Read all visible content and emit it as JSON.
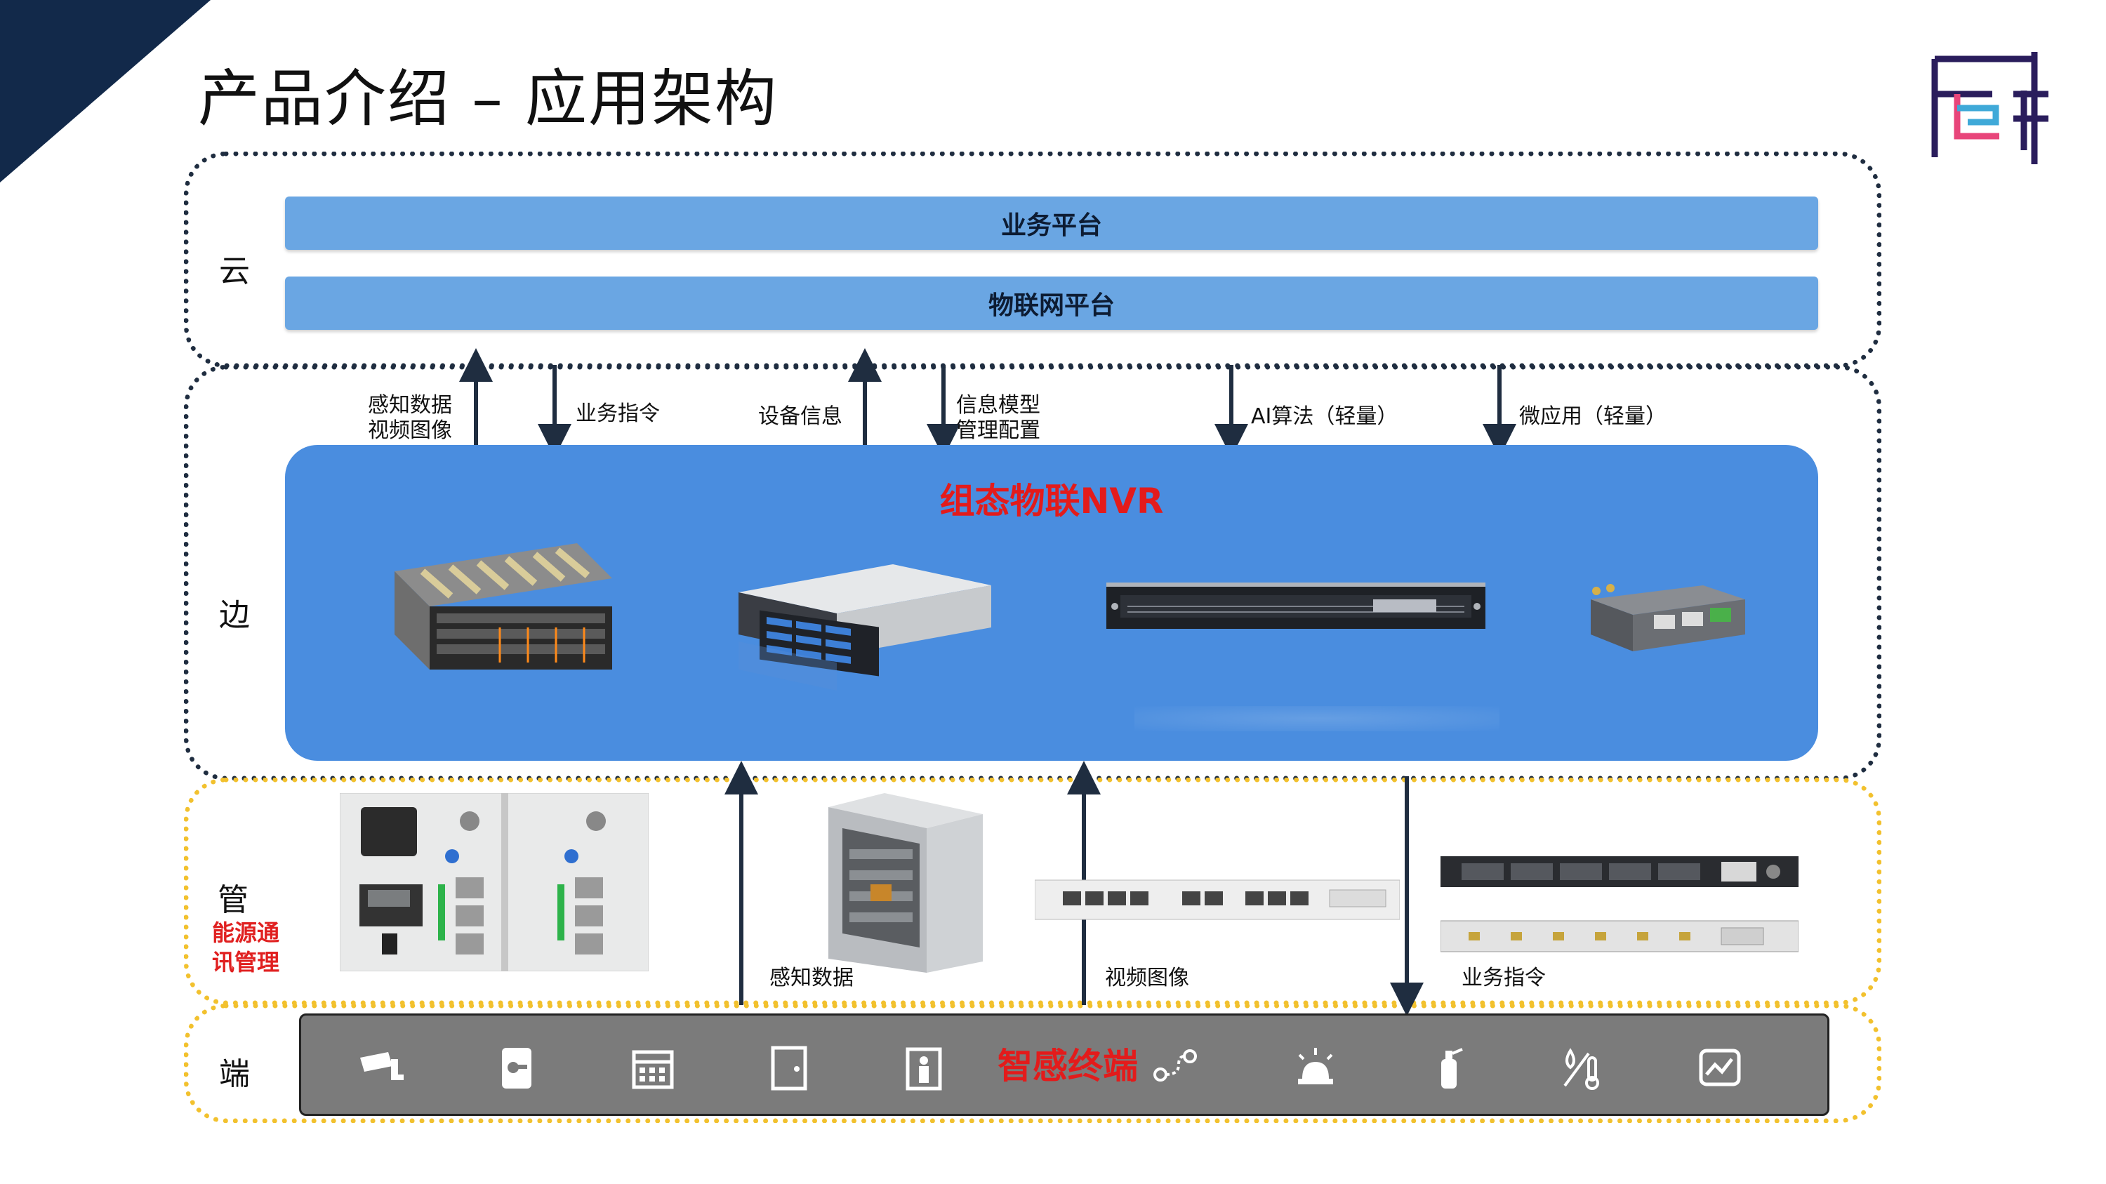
{
  "header": {
    "title": "产品介绍 – 应用架构"
  },
  "layers": {
    "cloud": {
      "label": "云"
    },
    "edge": {
      "label": "边"
    },
    "pipe": {
      "label": "管",
      "sublabel_line1": "能源通",
      "sublabel_line2": "讯管理"
    },
    "terminal": {
      "label": "端"
    }
  },
  "cloud": {
    "bar1": "业务平台",
    "bar2": "物联网平台"
  },
  "flows_top": {
    "f1_line1": "感知数据",
    "f1_line2": "视频图像",
    "f2": "业务指令",
    "f3": "设备信息",
    "f4_line1": "信息模型",
    "f4_line2": "管理配置",
    "f5": "AI算法（轻量）",
    "f6": "微应用（轻量）"
  },
  "edge": {
    "nvr_title": "组态物联NVR"
  },
  "flows_bottom": {
    "b1": "感知数据",
    "b2": "视频图像",
    "b3": "业务指令"
  },
  "terminal": {
    "title": "智感终端",
    "icons": [
      "camera-icon",
      "door-lock-icon",
      "calendar-icon",
      "door-icon",
      "elevator-icon",
      "location-route-icon",
      "alarm-light-icon",
      "fire-extinguisher-icon",
      "temperature-humidity-icon",
      "monitor-chart-icon"
    ]
  },
  "colors": {
    "navy": "#1f2d40",
    "yellow": "#f2c12e",
    "bar_blue": "#6aa6e3",
    "nvr_blue": "#4a8ddf",
    "red": "#e31b1b",
    "term_gray": "#7b7b7b"
  }
}
